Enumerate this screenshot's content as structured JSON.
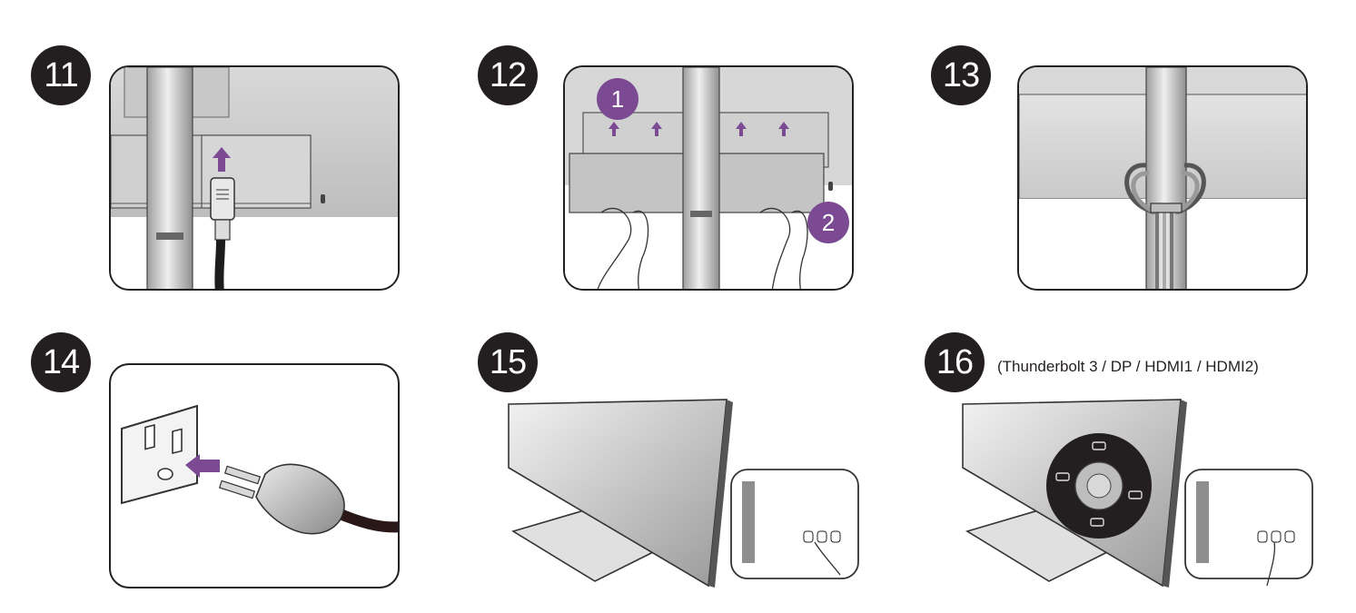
{
  "steps": [
    {
      "number": "11",
      "icon": "power-cord-to-monitor"
    },
    {
      "number": "12",
      "icon": "attach-io-cover",
      "callouts": [
        "1",
        "2"
      ]
    },
    {
      "number": "13",
      "icon": "cable-routing-clip"
    },
    {
      "number": "14",
      "icon": "wall-outlet-plug"
    },
    {
      "number": "15",
      "icon": "power-button-press"
    },
    {
      "number": "16",
      "icon": "input-select-dial",
      "caption": "(Thunderbolt 3 / DP / HDMI1 / HDMI2)"
    }
  ],
  "colors": {
    "badge": "#231f20",
    "accent_purple": "#7b4a93",
    "metal_light": "#e6e6e6",
    "metal_dark": "#9a9a9a",
    "outline": "#231f20"
  }
}
